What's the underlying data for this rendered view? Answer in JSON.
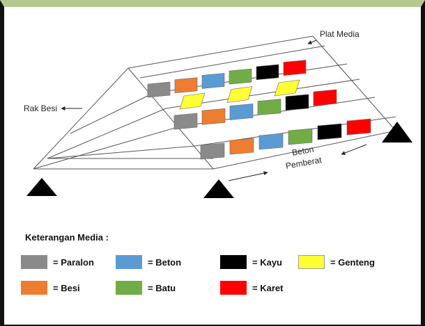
{
  "labels": {
    "plat_media": "Plat Media",
    "rak_besi": "Rak Besi",
    "beton_pemberat_line1": "Beton",
    "beton_pemberat_line2": "Pemberat"
  },
  "legend": {
    "title": "Keterangan Media :",
    "items": [
      {
        "key": "paralon",
        "text": "= Paralon",
        "color": "#8a8a8a"
      },
      {
        "key": "beton",
        "text": "=  Beton",
        "color": "#5b9bd5"
      },
      {
        "key": "kayu",
        "text": "= Kayu",
        "color": "#000000"
      },
      {
        "key": "genteng",
        "text": "= Genteng",
        "color": "#ffff33"
      },
      {
        "key": "besi",
        "text": "= Besi",
        "color": "#ed7d31"
      },
      {
        "key": "batu",
        "text": "=  Batu",
        "color": "#70ad47"
      },
      {
        "key": "karet",
        "text": "= Karet",
        "color": "#ff0000"
      }
    ]
  },
  "media_rows": [
    [
      "paralon",
      "besi",
      "beton",
      "batu",
      "kayu",
      "karet"
    ],
    [
      "genteng",
      "genteng",
      "genteng"
    ],
    [
      "paralon",
      "besi",
      "beton",
      "batu",
      "kayu",
      "karet"
    ],
    [
      "paralon",
      "besi",
      "beton",
      "batu",
      "kayu",
      "karet"
    ]
  ]
}
